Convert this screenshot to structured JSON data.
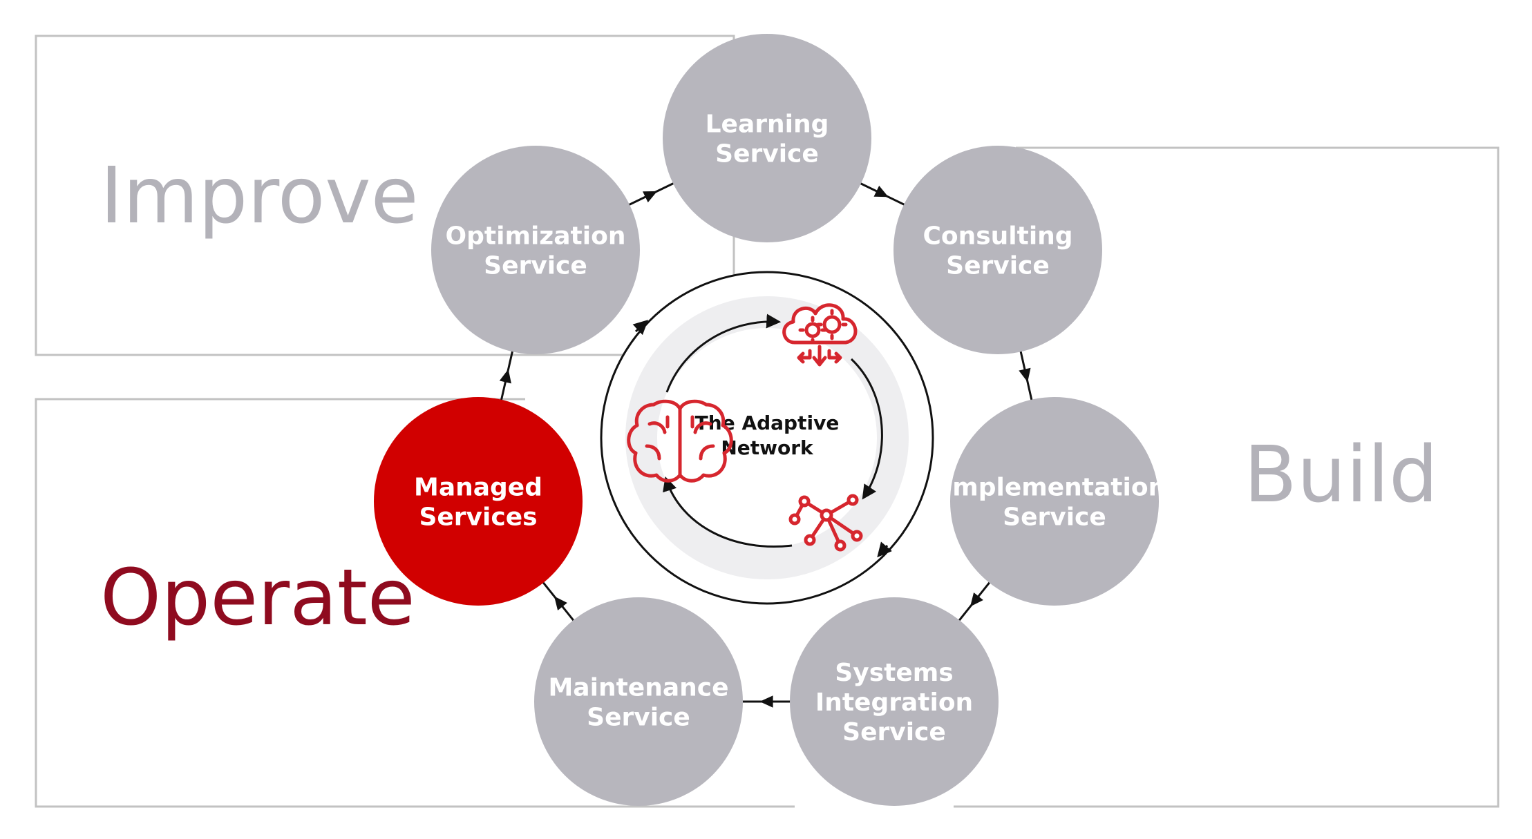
{
  "phases": {
    "improve": "Improve",
    "build": "Build",
    "operate": "Operate"
  },
  "services": [
    {
      "id": "learning",
      "lines": [
        "Learning",
        "Service"
      ]
    },
    {
      "id": "consulting",
      "lines": [
        "Consulting",
        "Service"
      ]
    },
    {
      "id": "implementation",
      "lines": [
        "Implementation",
        "Service"
      ]
    },
    {
      "id": "systems-integration",
      "lines": [
        "Systems",
        "Integration",
        "Service"
      ]
    },
    {
      "id": "maintenance",
      "lines": [
        "Maintenance",
        "Service"
      ]
    },
    {
      "id": "managed",
      "lines": [
        "Managed",
        "Services"
      ]
    },
    {
      "id": "optimization",
      "lines": [
        "Optimization",
        "Service"
      ]
    }
  ],
  "center": {
    "title_line1": "The Adaptive",
    "title_line2": "Network"
  },
  "icons": {
    "cloud": "cloud-gears-icon",
    "brain": "brain-icon",
    "network": "network-nodes-icon"
  },
  "colors": {
    "service_circle": "#b7b6bd",
    "managed_circle": "#d10000",
    "phase_gray": "#b3b2b9",
    "phase_operate": "#8f0b1f",
    "icon_red": "#d6262e",
    "frame": "#c2c2c2"
  }
}
